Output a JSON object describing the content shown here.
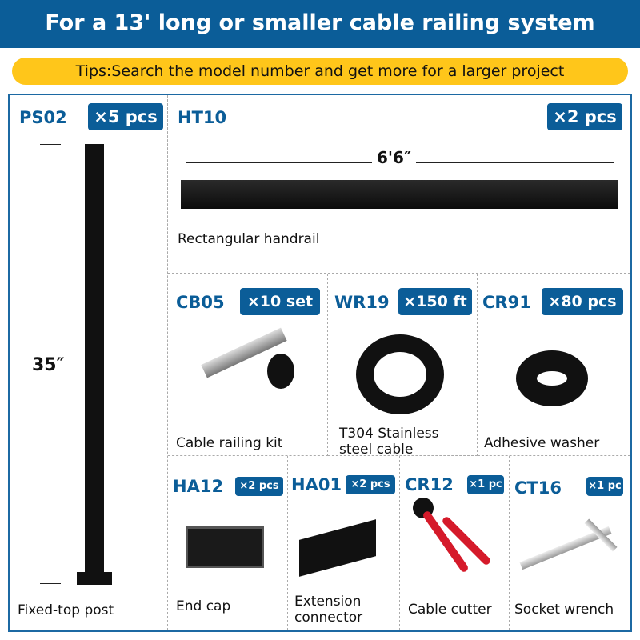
{
  "header": {
    "title": "For a 13' long or smaller cable railing system"
  },
  "tip": "Tips:Search the model number and get more for a larger project",
  "items": [
    {
      "model": "PS02",
      "qty": "×5 pcs",
      "label": "Fixed-top post",
      "dimension": "35″"
    },
    {
      "model": "HT10",
      "qty": "×2 pcs",
      "label": "Rectangular handrail",
      "dimension": "6'6″"
    },
    {
      "model": "CB05",
      "qty": "×10 set",
      "label": "Cable railing kit"
    },
    {
      "model": "WR19",
      "qty": "×150 ft",
      "label": "T304 Stainless steel cable"
    },
    {
      "model": "CR91",
      "qty": "×80 pcs",
      "label": "Adhesive washer"
    },
    {
      "model": "HA12",
      "qty": "×2 pcs",
      "label": "End cap"
    },
    {
      "model": "HA01",
      "qty": "×2 pcs",
      "label": "Extension connector"
    },
    {
      "model": "CR12",
      "qty": "×1 pc",
      "label": "Cable cutter"
    },
    {
      "model": "CT16",
      "qty": "×1 pc",
      "label": "Socket wrench"
    }
  ]
}
